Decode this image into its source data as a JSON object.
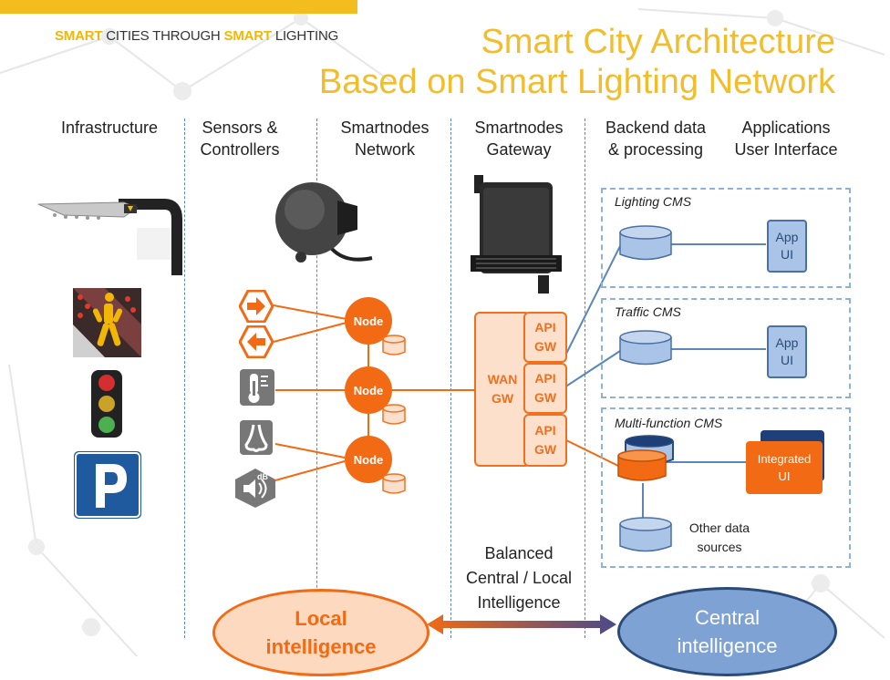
{
  "header": {
    "tagline_hl1": "SMART",
    "tagline_mid1": " CITIES THROUGH ",
    "tagline_hl2": "SMART",
    "tagline_end": " LIGHTING",
    "title_line1": "Smart City Architecture",
    "title_line2": "Based on Smart Lighting Network"
  },
  "columns": [
    {
      "line1": "Infrastructure",
      "line2": ""
    },
    {
      "line1": "Sensors &",
      "line2": "Controllers"
    },
    {
      "line1": "Smartnodes",
      "line2": "Network"
    },
    {
      "line1": "Smartnodes",
      "line2": "Gateway"
    },
    {
      "line1": "Backend data",
      "line2": "& processing"
    },
    {
      "line1": "Applications",
      "line2": "User Interface"
    }
  ],
  "nodes": {
    "label": "Node"
  },
  "gateway": {
    "wan_line1": "WAN",
    "wan_line2": "GW",
    "api_line1": "API",
    "api_line2": "GW"
  },
  "cms": [
    {
      "label": "Lighting CMS",
      "app_line1": "App",
      "app_line2": "UI"
    },
    {
      "label": "Traffic CMS",
      "app_line1": "App",
      "app_line2": "UI"
    },
    {
      "label": "Multi-function CMS",
      "app_line1": "Integrated",
      "app_line2": "UI"
    }
  ],
  "other_sources": {
    "line1": "Other data",
    "line2": "sources"
  },
  "balance": {
    "line1": "Balanced",
    "line2": "Central / Local",
    "line3": "Intelligence"
  },
  "local": {
    "line1": "Local",
    "line2": "intelligence"
  },
  "central": {
    "line1": "Central",
    "line2": "intelligence"
  },
  "sensor_icons": {
    "sound_label": "dB"
  },
  "colors": {
    "accent_yellow": "#f2bd1d",
    "accent_orange": "#f26a13",
    "accent_blue": "#5b86b8",
    "light_blue": "#a9c4e6"
  }
}
